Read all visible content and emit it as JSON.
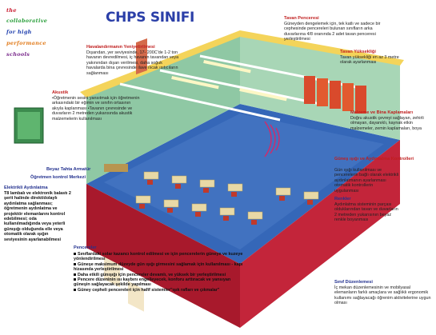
{
  "logo": {
    "lines": [
      {
        "text": "the",
        "color": "#c8162b"
      },
      {
        "text": "collaborative",
        "color": "#2a9f3b"
      },
      {
        "text": "for high",
        "color": "#1f3fae"
      },
      {
        "text": "performance",
        "color": "#e17b1b"
      },
      {
        "text": "schools",
        "color": "#7a2a8c"
      }
    ]
  },
  "title": "CHPS SINIFI",
  "annotations": {
    "havalandirma": {
      "title": "Havalandırmanın Yeniyetirilmesi",
      "body": "Dışarıdan, yer seviyesinde, 17- 200C'de 1-2 ton havanın devredilmesi, iç havanın tavandan veya yakınından dışarı verilmesi, daha soğuk havalarda bina çevresinde ilave ılıcak ısıtıcıların sağlanması"
    },
    "tavan_penceresi": {
      "title": "Tavan Penceresi",
      "body": "Güneyden dengelemek için, tek katlı ve sadece bir cephesinde pencereleri bulunan sınıfların arka duvarlarına 4/8 oranında 2 adet tavan penceresi yerleştirilmesi"
    },
    "tavan_yuksekligi": {
      "title": "Tavan Yüksekliği",
      "body": "Tavan yüksekliği en az 3 metre olarak ayarlanması"
    },
    "akustik": {
      "title": "Akustik",
      "body": "•Öğretmenin sesini yansıtmak için öğretmenin arkasındaki bir eğimin ve sınıfın ortasının akıyla kaplanması •Tavanın çevresinde ve duvarların 2 metreden yukarısında akustik malzemelerin kullanılması"
    },
    "malzeme": {
      "title": "Malzeme ve Bina Kaplamaları",
      "body": "Doğru akustik çevreyi sağlayan, zehirli olmayan, dayanıklı, kaynak etkin malzemeler, zemin kaplamaları, boya"
    },
    "gunes_isigi": {
      "title": "Güneş ışığı ve Aydınlatma Kontrolleri",
      "body": "Gün ışığı kullanılması ve pencerelerin bağlı olarak elektrikli aydınlatmanın ayarlanması otomatik kontrollerin uygulanması"
    },
    "beyaz_tahta": {
      "title": "Beyaz Tahta Armatür"
    },
    "kontrol_merkezi": {
      "title": "Öğretmen kontrol Merkezi"
    },
    "elektrikli": {
      "title": "Elektrikli Aydınlatma",
      "body": "T8 lambalı ve elektronik balastı 2 şerit halinde direkt/dolaylı aydınlatma sağlanması; öğretmenin aydınlatma ve projektör elemanlarını kontrol edebilmesi; oda kullanılmadığında veya yeterli günışığı olduğunda elle veya otomatik olarak ışığın seviyesinin ayarlanabilmesi"
    },
    "renkler": {
      "title": "Renkler",
      "body": "Aydınlatma sisteminin parçası olduklarından tavan ve duvarların 2 metreden yukarısının beyaz renkle boyanması"
    },
    "pencereler": {
      "title": "Pencereler",
      "bullets": [
        "Sınıflardaki solar kazancı kontrol edilmesi ve için pencerelerin güneye ve kuzeye yönlendirilmesi",
        "Güneşe maksimum düzeyde gün ışığı girmesini sağlamak için kullanılması - kapı hizasında yerleştirilmesi",
        "Daha etkili günışığı için pencereler devamlı, ve yüksek bir yerleştirilmesi",
        "Pencere düzeninin ısı kaybını engelleyecek, konforu arttıracak ve yansıyan güneşin sağlayacak şekilde yapılması",
        "Güney cepheli pencereleri için hafif sistemler\"ışık rafları ve çıkmalar\""
      ]
    },
    "sinif_duzenlemesi": {
      "title": "Sınıf Düzenlemesi",
      "body": "İç mekan düzenlemesinin ve mobilyasal elemanların farklı amaçlara ve sağlıklı ergonomik kullanımı sağlayacağı öğrenim aktivitelerine uygun olması"
    }
  },
  "colors": {
    "title_blue": "#2b3fa8",
    "annotation_red": "#c01e1e",
    "annotation_blue": "#23318f",
    "wall_red": "#a8192c",
    "floor_blue": "#3567b8",
    "wall_green": "#8fc8a4",
    "roof_yellow": "#f4d45a",
    "desk": "#e8d9a6",
    "chair": "#c0392b",
    "board_green": "#3c8b4e"
  }
}
